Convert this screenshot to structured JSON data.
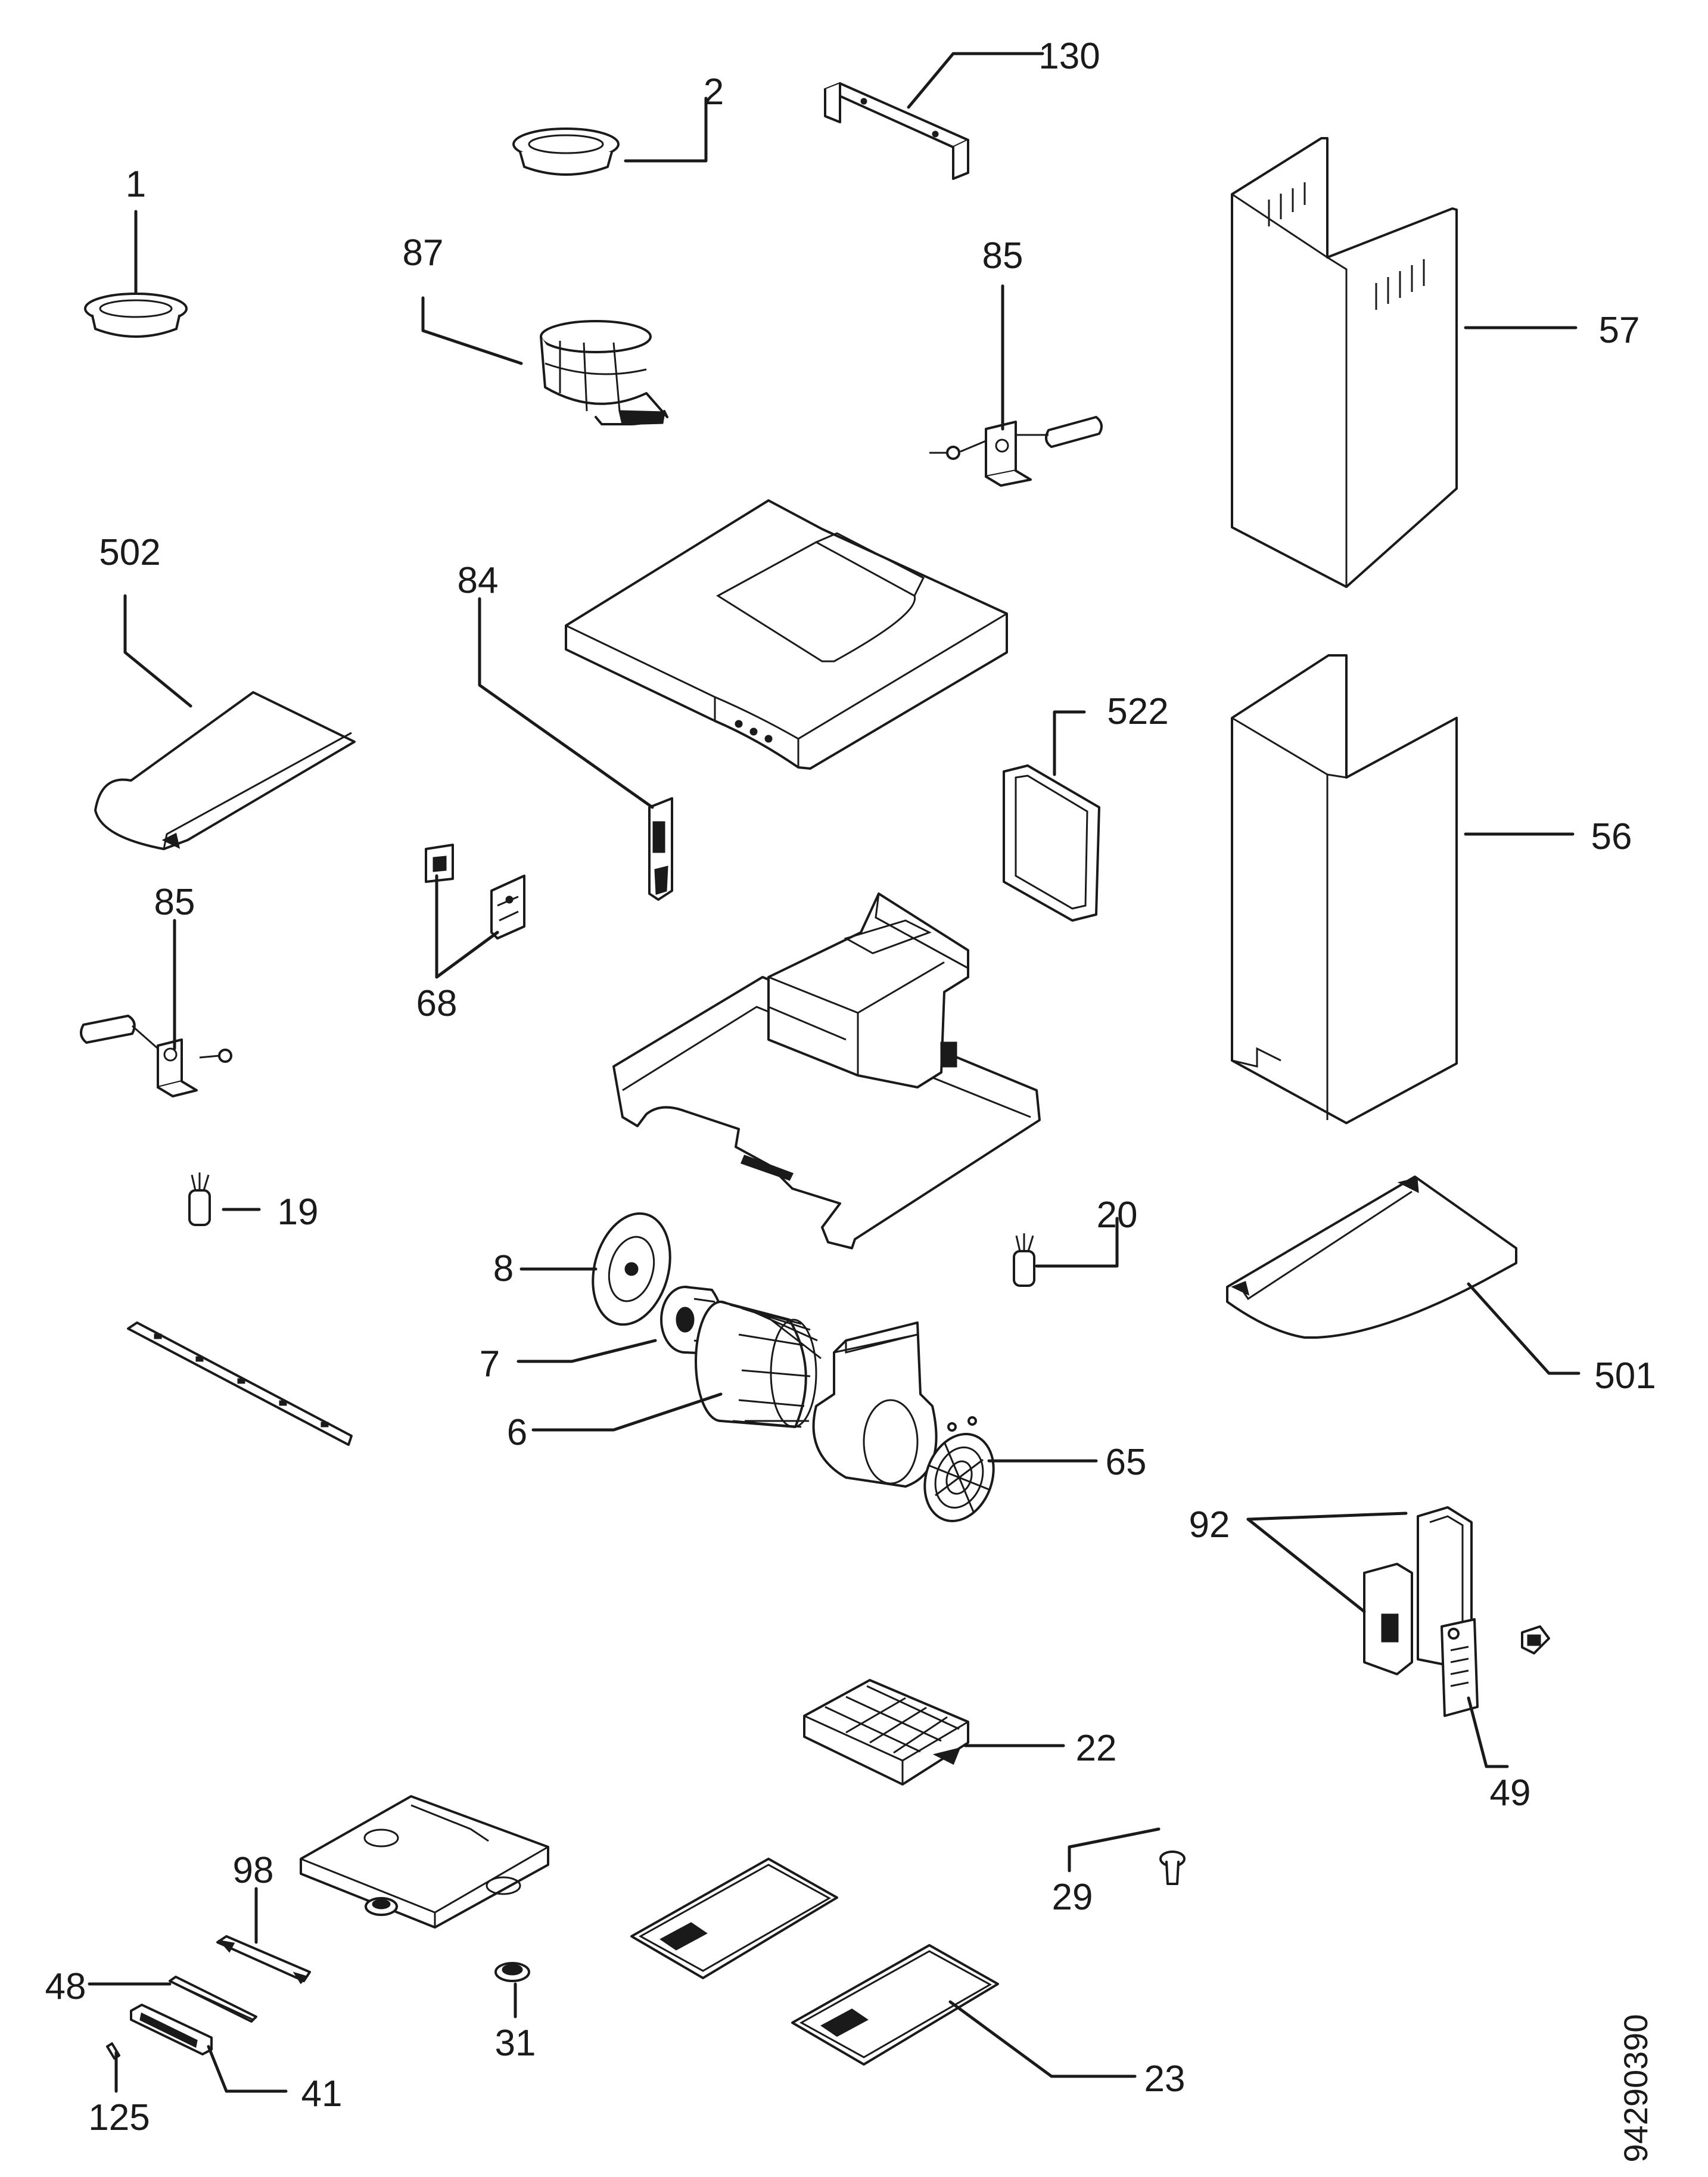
{
  "callouts": {
    "c1": "1",
    "c2": "2",
    "c130": "130",
    "c87": "87",
    "c85a": "85",
    "c57": "57",
    "c502": "502",
    "c84": "84",
    "c522": "522",
    "c56": "56",
    "c85b": "85",
    "c68": "68",
    "c19": "19",
    "c20": "20",
    "c8": "8",
    "c7": "7",
    "c6": "6",
    "c65": "65",
    "c501": "501",
    "c92": "92",
    "c22": "22",
    "c49": "49",
    "c29": "29",
    "c98": "98",
    "c48": "48",
    "c31": "31",
    "c23": "23",
    "c125": "125",
    "c41": "41"
  },
  "document_number": "94290390"
}
